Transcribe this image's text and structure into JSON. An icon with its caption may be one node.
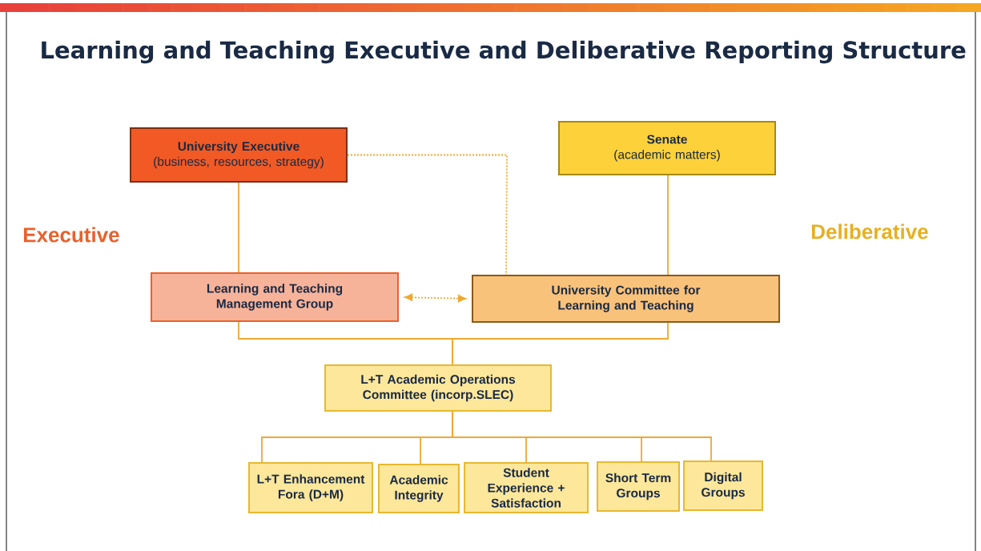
{
  "diagram": {
    "title": "Learning and Teaching Executive and Deliberative Reporting Structure",
    "nodes": [
      {
        "text": [
          "University Executive",
          "(business, resources, strategy)"
        ]
      },
      {
        "text": [
          "Senate",
          "(academic matters)"
        ]
      },
      {
        "text": [
          "Learning and Teaching Management Group"
        ]
      },
      {
        "text": [
          "University Committee for Learning and Teaching"
        ]
      },
      {
        "text": [
          "L+T Academic Operations Committee (incorp.SLEC)"
        ]
      },
      {
        "text": [
          "L+T Enhancement Fora (D+M)"
        ]
      },
      {
        "text": [
          "Academic Integrity"
        ]
      },
      {
        "text": [
          "Student Experience + Satisfaction"
        ]
      },
      {
        "text": [
          "Short Term Groups"
        ]
      },
      {
        "text": [
          "Digital Groups"
        ]
      }
    ],
    "edges": [
      {
        "from": 0,
        "to": 2,
        "arrow": "none"
      },
      {
        "from": 1,
        "to": 3,
        "arrow": "none"
      },
      {
        "from": 0,
        "to": 3,
        "arrow": "none",
        "style": "dashed"
      },
      {
        "from": 2,
        "to": 3,
        "arrow": "both",
        "style": "dashed"
      },
      {
        "from": 2,
        "to": 4,
        "arrow": "none"
      },
      {
        "from": 3,
        "to": 4,
        "arrow": "none"
      },
      {
        "from": 4,
        "to": 5,
        "arrow": "none"
      },
      {
        "from": 4,
        "to": 6,
        "arrow": "none"
      },
      {
        "from": 4,
        "to": 7,
        "arrow": "none"
      },
      {
        "from": 4,
        "to": 8,
        "arrow": "none"
      },
      {
        "from": 4,
        "to": 9,
        "arrow": "none"
      }
    ],
    "labels": [
      "Executive",
      "Deliberative"
    ]
  }
}
